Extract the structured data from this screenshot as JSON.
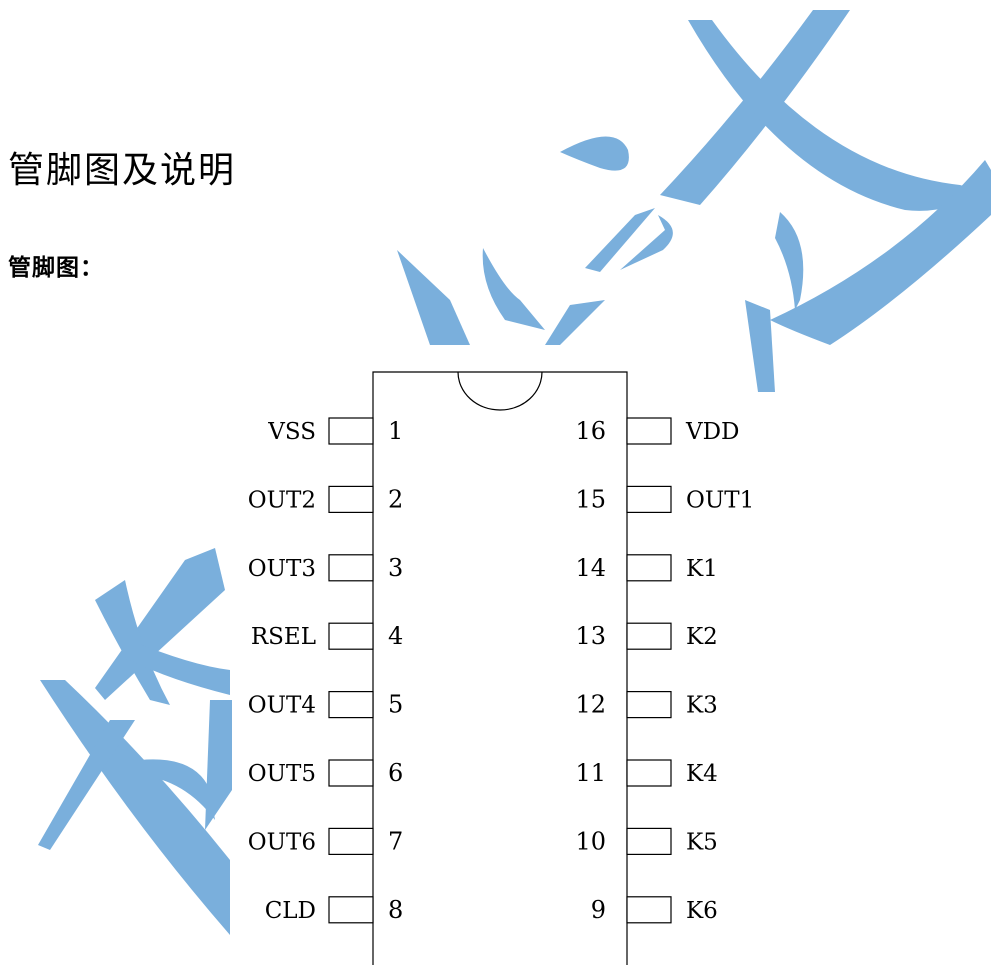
{
  "watermark": {
    "color": "#7aafdc"
  },
  "heading": "管脚图及说明",
  "subheading": "管脚图：",
  "chip": {
    "left_pins": [
      {
        "number": "1",
        "name": "VSS"
      },
      {
        "number": "2",
        "name": "OUT2"
      },
      {
        "number": "3",
        "name": "OUT3"
      },
      {
        "number": "4",
        "name": "RSEL"
      },
      {
        "number": "5",
        "name": "OUT4"
      },
      {
        "number": "6",
        "name": "OUT5"
      },
      {
        "number": "7",
        "name": "OUT6"
      },
      {
        "number": "8",
        "name": "CLD"
      }
    ],
    "right_pins": [
      {
        "number": "16",
        "name": "VDD"
      },
      {
        "number": "15",
        "name": "OUT1"
      },
      {
        "number": "14",
        "name": "K1"
      },
      {
        "number": "13",
        "name": "K2"
      },
      {
        "number": "12",
        "name": "K3"
      },
      {
        "number": "11",
        "name": "K4"
      },
      {
        "number": "10",
        "name": "K5"
      },
      {
        "number": "9",
        "name": "K6"
      }
    ]
  }
}
